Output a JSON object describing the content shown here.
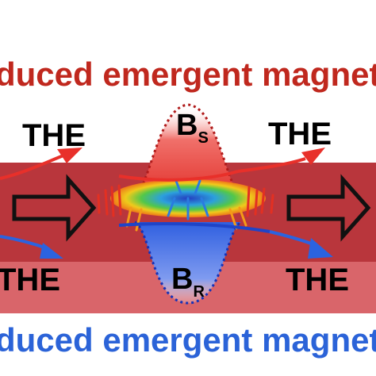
{
  "top_caption": "duced emergent magnet",
  "bottom_caption": "duced emergent magnet",
  "labels": {
    "the_top_left": "THE",
    "the_top_right": "THE",
    "the_bottom_left": "THE",
    "the_bottom_right": "THE",
    "field_top_main": "B",
    "field_top_sub": "S",
    "field_bottom_main": "B",
    "field_bottom_sub": "R"
  },
  "colors": {
    "top_caption": "#c0281e",
    "bottom_caption": "#2b63d8",
    "band_dark": "#b9363c",
    "band_light": "#d9656a",
    "red_trajectory": "#e8302a",
    "blue_trajectory": "#2b63e0",
    "lobe_red": "#e23a34",
    "lobe_blue": "#3c6ee6"
  },
  "icons": [
    "large-hollow-arrow-icon",
    "spin-texture-skyrmion-icon"
  ]
}
